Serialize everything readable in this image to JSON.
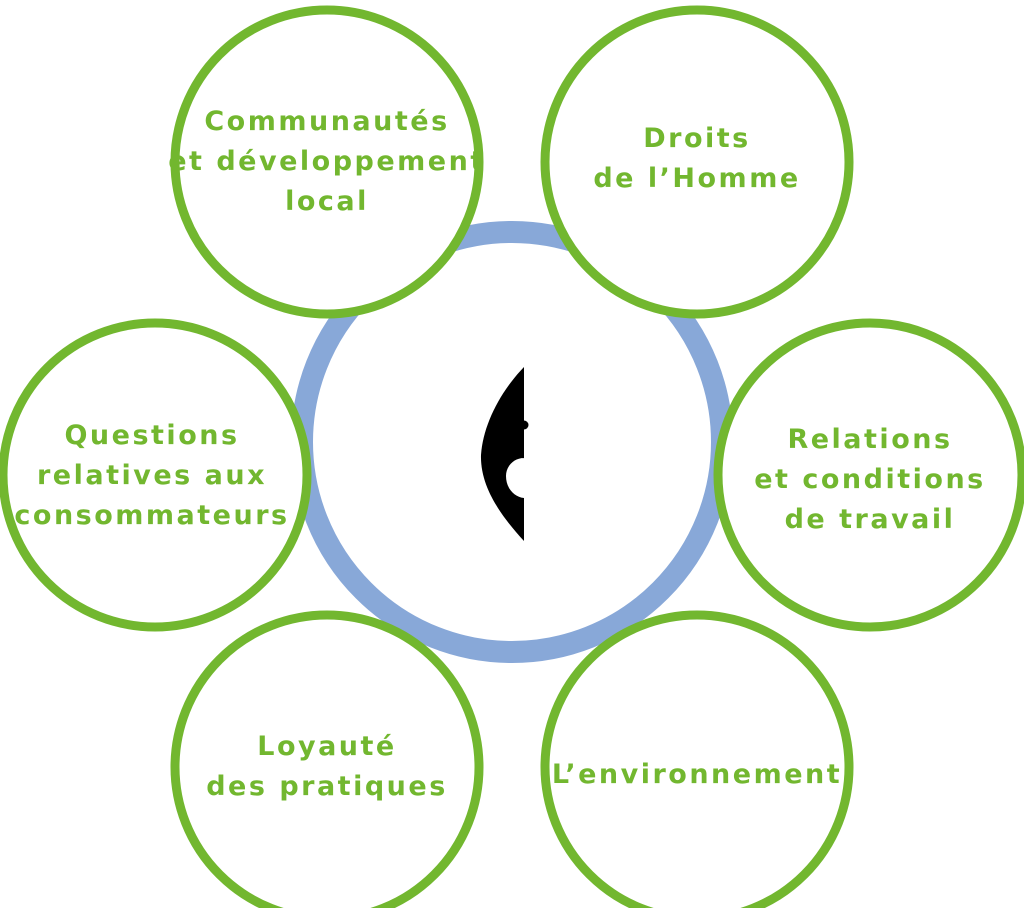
{
  "colors": {
    "green": "#72b72f",
    "blue": "#88a8d8",
    "black": "#000000",
    "white": "#ffffff"
  },
  "center": {
    "icon": "half-yin-yang-shield-icon"
  },
  "nodes": [
    {
      "id": "communities",
      "lines": [
        "Communautés",
        "et développement",
        "local"
      ]
    },
    {
      "id": "human-rights",
      "lines": [
        "Droits",
        "de l’Homme"
      ]
    },
    {
      "id": "consumers",
      "lines": [
        "Questions",
        "relatives aux",
        "consommateurs"
      ]
    },
    {
      "id": "labour",
      "lines": [
        "Relations",
        "et conditions",
        "de travail"
      ]
    },
    {
      "id": "fair-practices",
      "lines": [
        "Loyauté",
        "des pratiques"
      ]
    },
    {
      "id": "environment",
      "lines": [
        "L’environnement"
      ]
    }
  ]
}
